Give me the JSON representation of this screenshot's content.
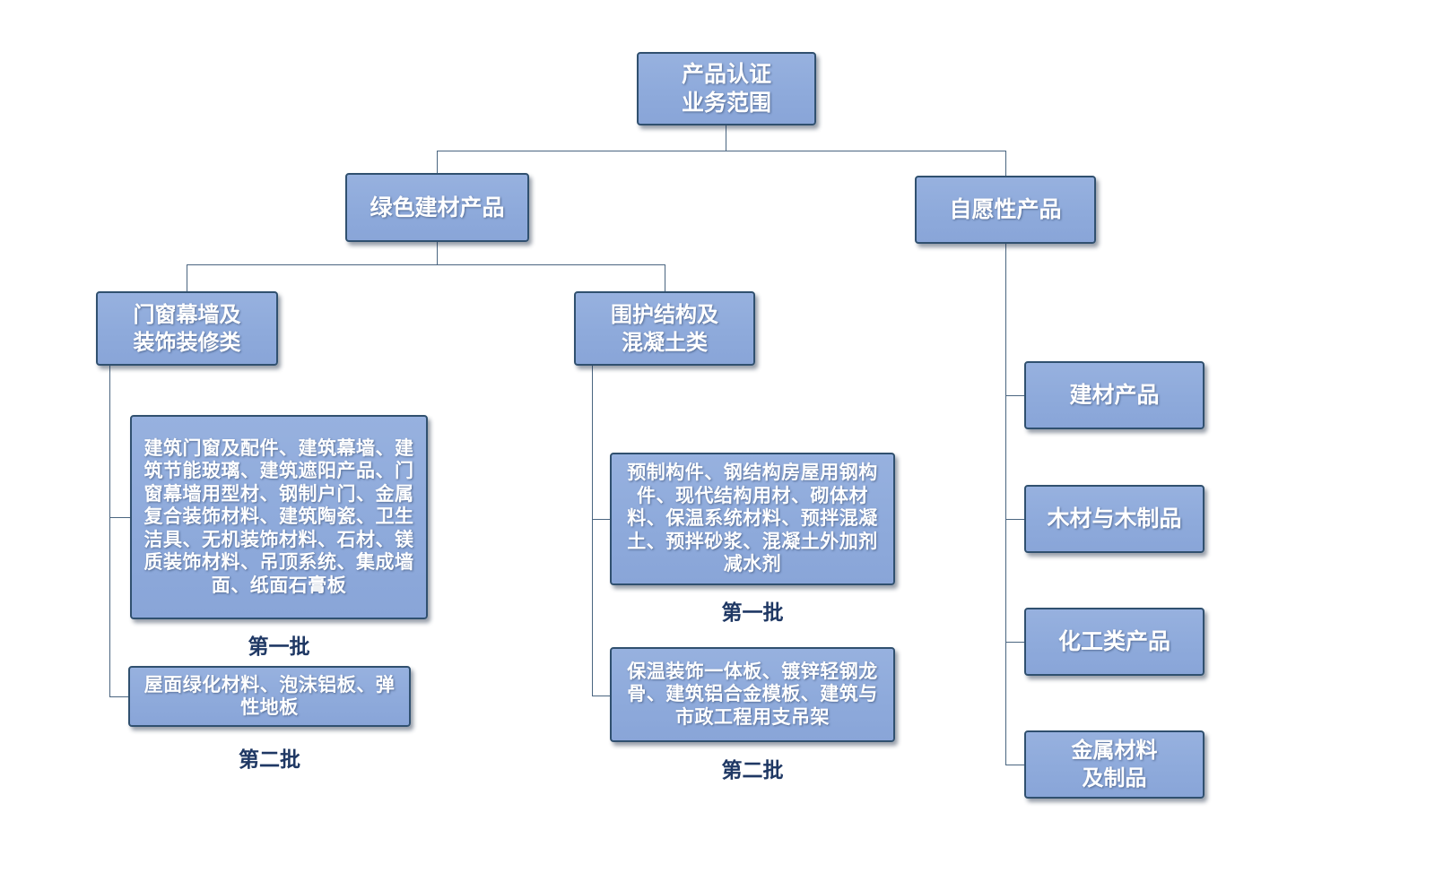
{
  "title": "产品认证业务范围组织结构图",
  "colors": {
    "box_fill": "#8eaadb",
    "box_border": "#30506f",
    "box_text": "#ffffff",
    "batch_label_text": "#1f3864",
    "connector": "#4a6580",
    "background": "#ffffff"
  },
  "root": {
    "label": "产品认证\n业务范围"
  },
  "branches": {
    "green": {
      "label": "绿色建材产品",
      "children": {
        "doors": {
          "label": "门窗幕墙及\n装饰装修类",
          "batches": [
            {
              "text": "建筑门窗及配件、建筑幕墙、建筑节能玻璃、建筑遮阳产品、门窗幕墙用型材、钢制户门、金属复合装饰材料、建筑陶瓷、卫生洁具、无机装饰材料、石材、镁质装饰材料、吊顶系统、集成墙面、纸面石膏板",
              "label": "第一批"
            },
            {
              "text": "屋面绿化材料、泡沫铝板、弹性地板",
              "label": "第二批"
            }
          ]
        },
        "envelope": {
          "label": "围护结构及\n混凝土类",
          "batches": [
            {
              "text": "预制构件、钢结构房屋用钢构件、现代结构用材、砌体材料、保温系统材料、预拌混凝土、预拌砂浆、混凝土外加剂 减水剂",
              "label": "第一批"
            },
            {
              "text": "保温装饰一体板、镀锌轻钢龙骨、建筑铝合金模板、建筑与市政工程用支吊架",
              "label": "第二批"
            }
          ]
        }
      }
    },
    "voluntary": {
      "label": "自愿性产品",
      "children": [
        {
          "label": "建材产品"
        },
        {
          "label": "木材与木制品"
        },
        {
          "label": "化工类产品"
        },
        {
          "label": "金属材料\n及制品"
        }
      ]
    }
  }
}
